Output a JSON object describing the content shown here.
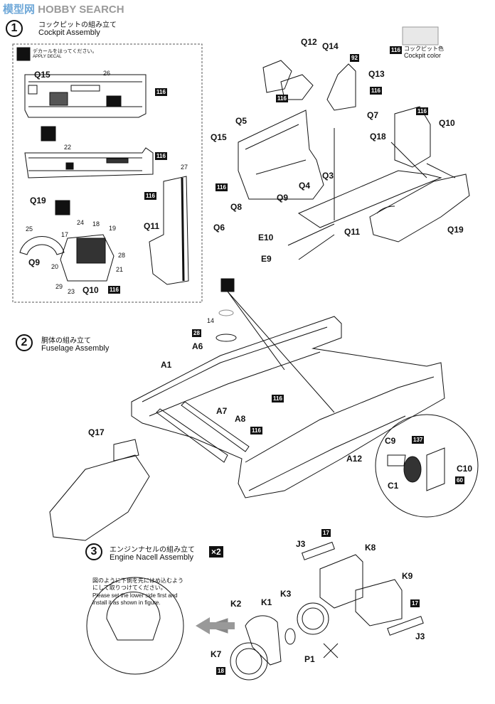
{
  "watermark": {
    "cn": "模型网",
    "en": "HOBBY SEARCH"
  },
  "step1": {
    "num": "1",
    "jp": "コックピットの組み立て",
    "en": "Cockpit Assembly"
  },
  "step2": {
    "num": "2",
    "jp": "胴体の組み立て",
    "en": "Fuselage Assembly"
  },
  "step3": {
    "num": "3",
    "jp": "エンジンナセルの組み立て",
    "en": "Engine Nacell Assembly",
    "qty": "×2"
  },
  "decal_note": {
    "jp": "デカールをはってください。",
    "en": "APPLY DECAL"
  },
  "cockpit_color": {
    "code": "116",
    "jp": "コックピット色",
    "en": "Cockpit color"
  },
  "inset_note": {
    "jp": "図のように下側を先にはめ込むようにして取りつけてください。",
    "en": "Please set the lower side first and install it as shown in figure."
  },
  "labels": {
    "Q15a": "Q15",
    "Q19a": "Q19",
    "Q11a": "Q11",
    "Q9a": "Q9",
    "Q10a": "Q10",
    "Q12": "Q12",
    "Q14": "Q14",
    "Q13": "Q13",
    "Q7": "Q7",
    "Q18": "Q18",
    "Q10b": "Q10",
    "Q5": "Q5",
    "Q15b": "Q15",
    "Q3": "Q3",
    "Q4": "Q4",
    "Q9b": "Q9",
    "Q8": "Q8",
    "Q6": "Q6",
    "E10": "E10",
    "E9": "E9",
    "Q11b": "Q11",
    "Q19b": "Q19",
    "A6": "A6",
    "A1": "A1",
    "A7": "A7",
    "A8": "A8",
    "A12": "A12",
    "Q17": "Q17",
    "C9": "C9",
    "C10": "C10",
    "C1": "C1",
    "J3a": "J3",
    "K8": "K8",
    "K9": "K9",
    "J3b": "J3",
    "K2": "K2",
    "K1": "K1",
    "K3": "K3",
    "K7": "K7",
    "P1": "P1"
  },
  "decal_numbers": {
    "d26": "26",
    "d22": "22",
    "d27": "27",
    "d24": "24",
    "d18": "18",
    "d17": "17",
    "d19": "19",
    "d25": "25",
    "d28": "28",
    "d20": "20",
    "d21": "21",
    "d29": "29",
    "d23": "23",
    "d14": "14"
  },
  "paint_codes": {
    "p116": "116",
    "p92": "92",
    "p137": "137",
    "p60": "60",
    "p28": "28",
    "p17": "17",
    "p18": "18"
  }
}
